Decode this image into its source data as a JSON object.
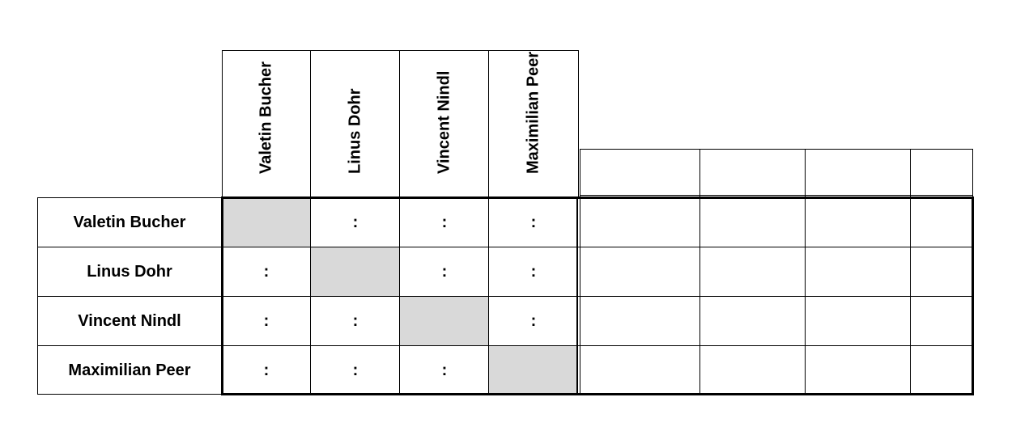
{
  "players": [
    "Valetin Bucher",
    "Linus Dohr",
    "Vincent Nindl",
    "Maximilian Peer"
  ],
  "score_separator": ":",
  "extra_columns": [
    "",
    "",
    "",
    ""
  ]
}
